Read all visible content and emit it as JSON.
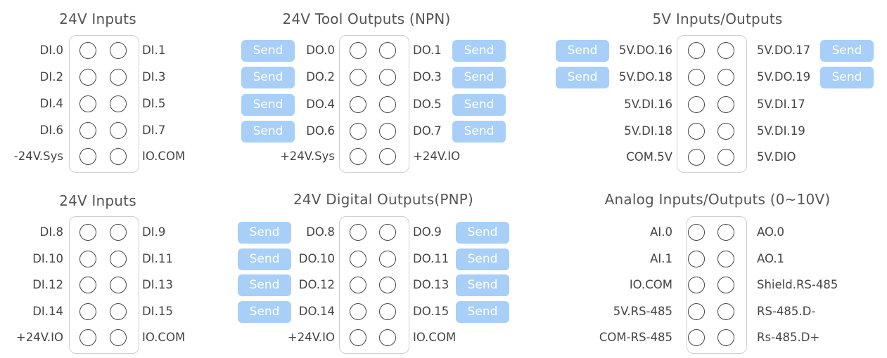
{
  "send_label": "Send",
  "groups": [
    {
      "id": "24v-inputs-a",
      "title": "24V Inputs",
      "rows": [
        {
          "left": "DI.0",
          "right": "DI.1"
        },
        {
          "left": "DI.2",
          "right": "DI.3"
        },
        {
          "left": "DI.4",
          "right": "DI.5"
        },
        {
          "left": "DI.6",
          "right": "DI.7"
        },
        {
          "left": "-24V.Sys",
          "right": "IO.COM"
        }
      ]
    },
    {
      "id": "24v-tool-outputs-npn",
      "title": "24V Tool Outputs (NPN)",
      "rows": [
        {
          "left": "DO.0",
          "right": "DO.1",
          "send_left": true,
          "send_right": true
        },
        {
          "left": "DO.2",
          "right": "DO.3",
          "send_left": true,
          "send_right": true
        },
        {
          "left": "DO.4",
          "right": "DO.5",
          "send_left": true,
          "send_right": true
        },
        {
          "left": "DO.6",
          "right": "DO.7",
          "send_left": true,
          "send_right": true
        },
        {
          "left": "+24V.Sys",
          "right": "+24V.IO"
        }
      ]
    },
    {
      "id": "5v-inputs-outputs",
      "title": "5V Inputs/Outputs",
      "rows": [
        {
          "left": "5V.DO.16",
          "right": "5V.DO.17",
          "send_left": true,
          "send_right": true
        },
        {
          "left": "5V.DO.18",
          "right": "5V.DO.19",
          "send_left": true,
          "send_right": true
        },
        {
          "left": "5V.DI.16",
          "right": "5V.DI.17"
        },
        {
          "left": "5V.DI.18",
          "right": "5V.DI.19"
        },
        {
          "left": "COM.5V",
          "right": "5V.DIO"
        }
      ]
    },
    {
      "id": "24v-inputs-b",
      "title": "24V Inputs",
      "rows": [
        {
          "left": "DI.8",
          "right": "DI.9"
        },
        {
          "left": "DI.10",
          "right": "DI.11"
        },
        {
          "left": "DI.12",
          "right": "DI.13"
        },
        {
          "left": "DI.14",
          "right": "DI.15"
        },
        {
          "left": "+24V.IO",
          "right": "IO.COM"
        }
      ]
    },
    {
      "id": "24v-digital-outputs-pnp",
      "title": "24V Digital Outputs(PNP)",
      "rows": [
        {
          "left": "DO.8",
          "right": "DO.9",
          "send_left": true,
          "send_right": true
        },
        {
          "left": "DO.10",
          "right": "DO.11",
          "send_left": true,
          "send_right": true
        },
        {
          "left": "DO.12",
          "right": "DO.13",
          "send_left": true,
          "send_right": true
        },
        {
          "left": "DO.14",
          "right": "DO.15",
          "send_left": true,
          "send_right": true
        },
        {
          "left": "+24V.IO",
          "right": "IO.COM"
        }
      ]
    },
    {
      "id": "analog-inputs-outputs",
      "title": "Analog Inputs/Outputs (0~10V)",
      "rows": [
        {
          "left": "AI.0",
          "right": "AO.0"
        },
        {
          "left": "AI.1",
          "right": "AO.1"
        },
        {
          "left": "IO.COM",
          "right": "Shield.RS-485"
        },
        {
          "left": "5V.RS-485",
          "right": "RS-485.D-"
        },
        {
          "left": "COM-RS-485",
          "right": "Rs-485.D+"
        }
      ]
    }
  ]
}
